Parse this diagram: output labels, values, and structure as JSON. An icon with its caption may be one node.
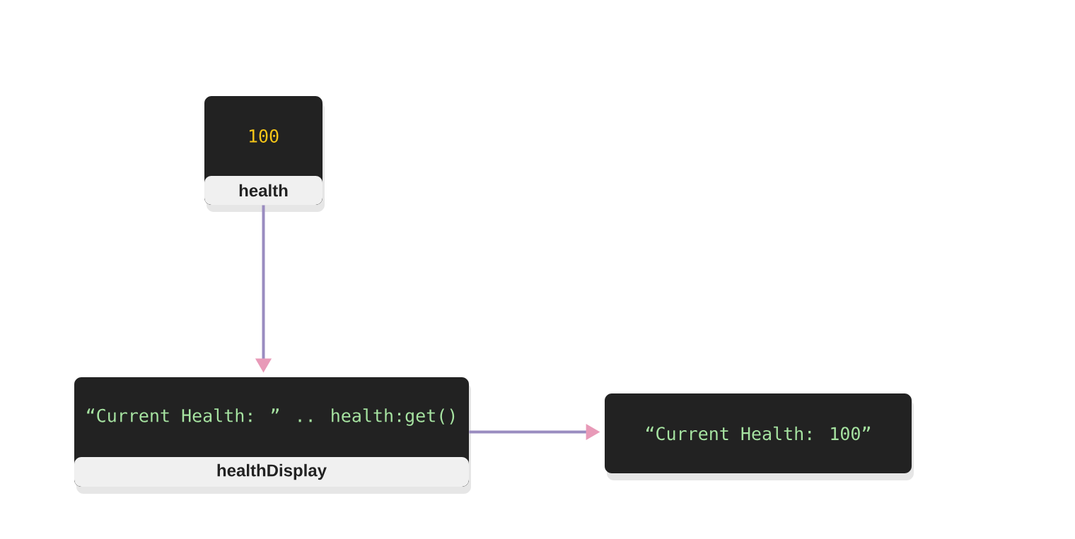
{
  "diagram": {
    "nodes": [
      {
        "text": [
          "100",
          "health"
        ]
      },
      {
        "text": [
          "“Current Health: ” .. health:get()",
          "healthDisplay"
        ]
      },
      {
        "text": [
          "“Current Health: 100”"
        ]
      }
    ],
    "edges": [
      {
        "from": 0,
        "to": 1,
        "arrow": "to"
      },
      {
        "from": 1,
        "to": 2,
        "arrow": "to"
      }
    ]
  }
}
